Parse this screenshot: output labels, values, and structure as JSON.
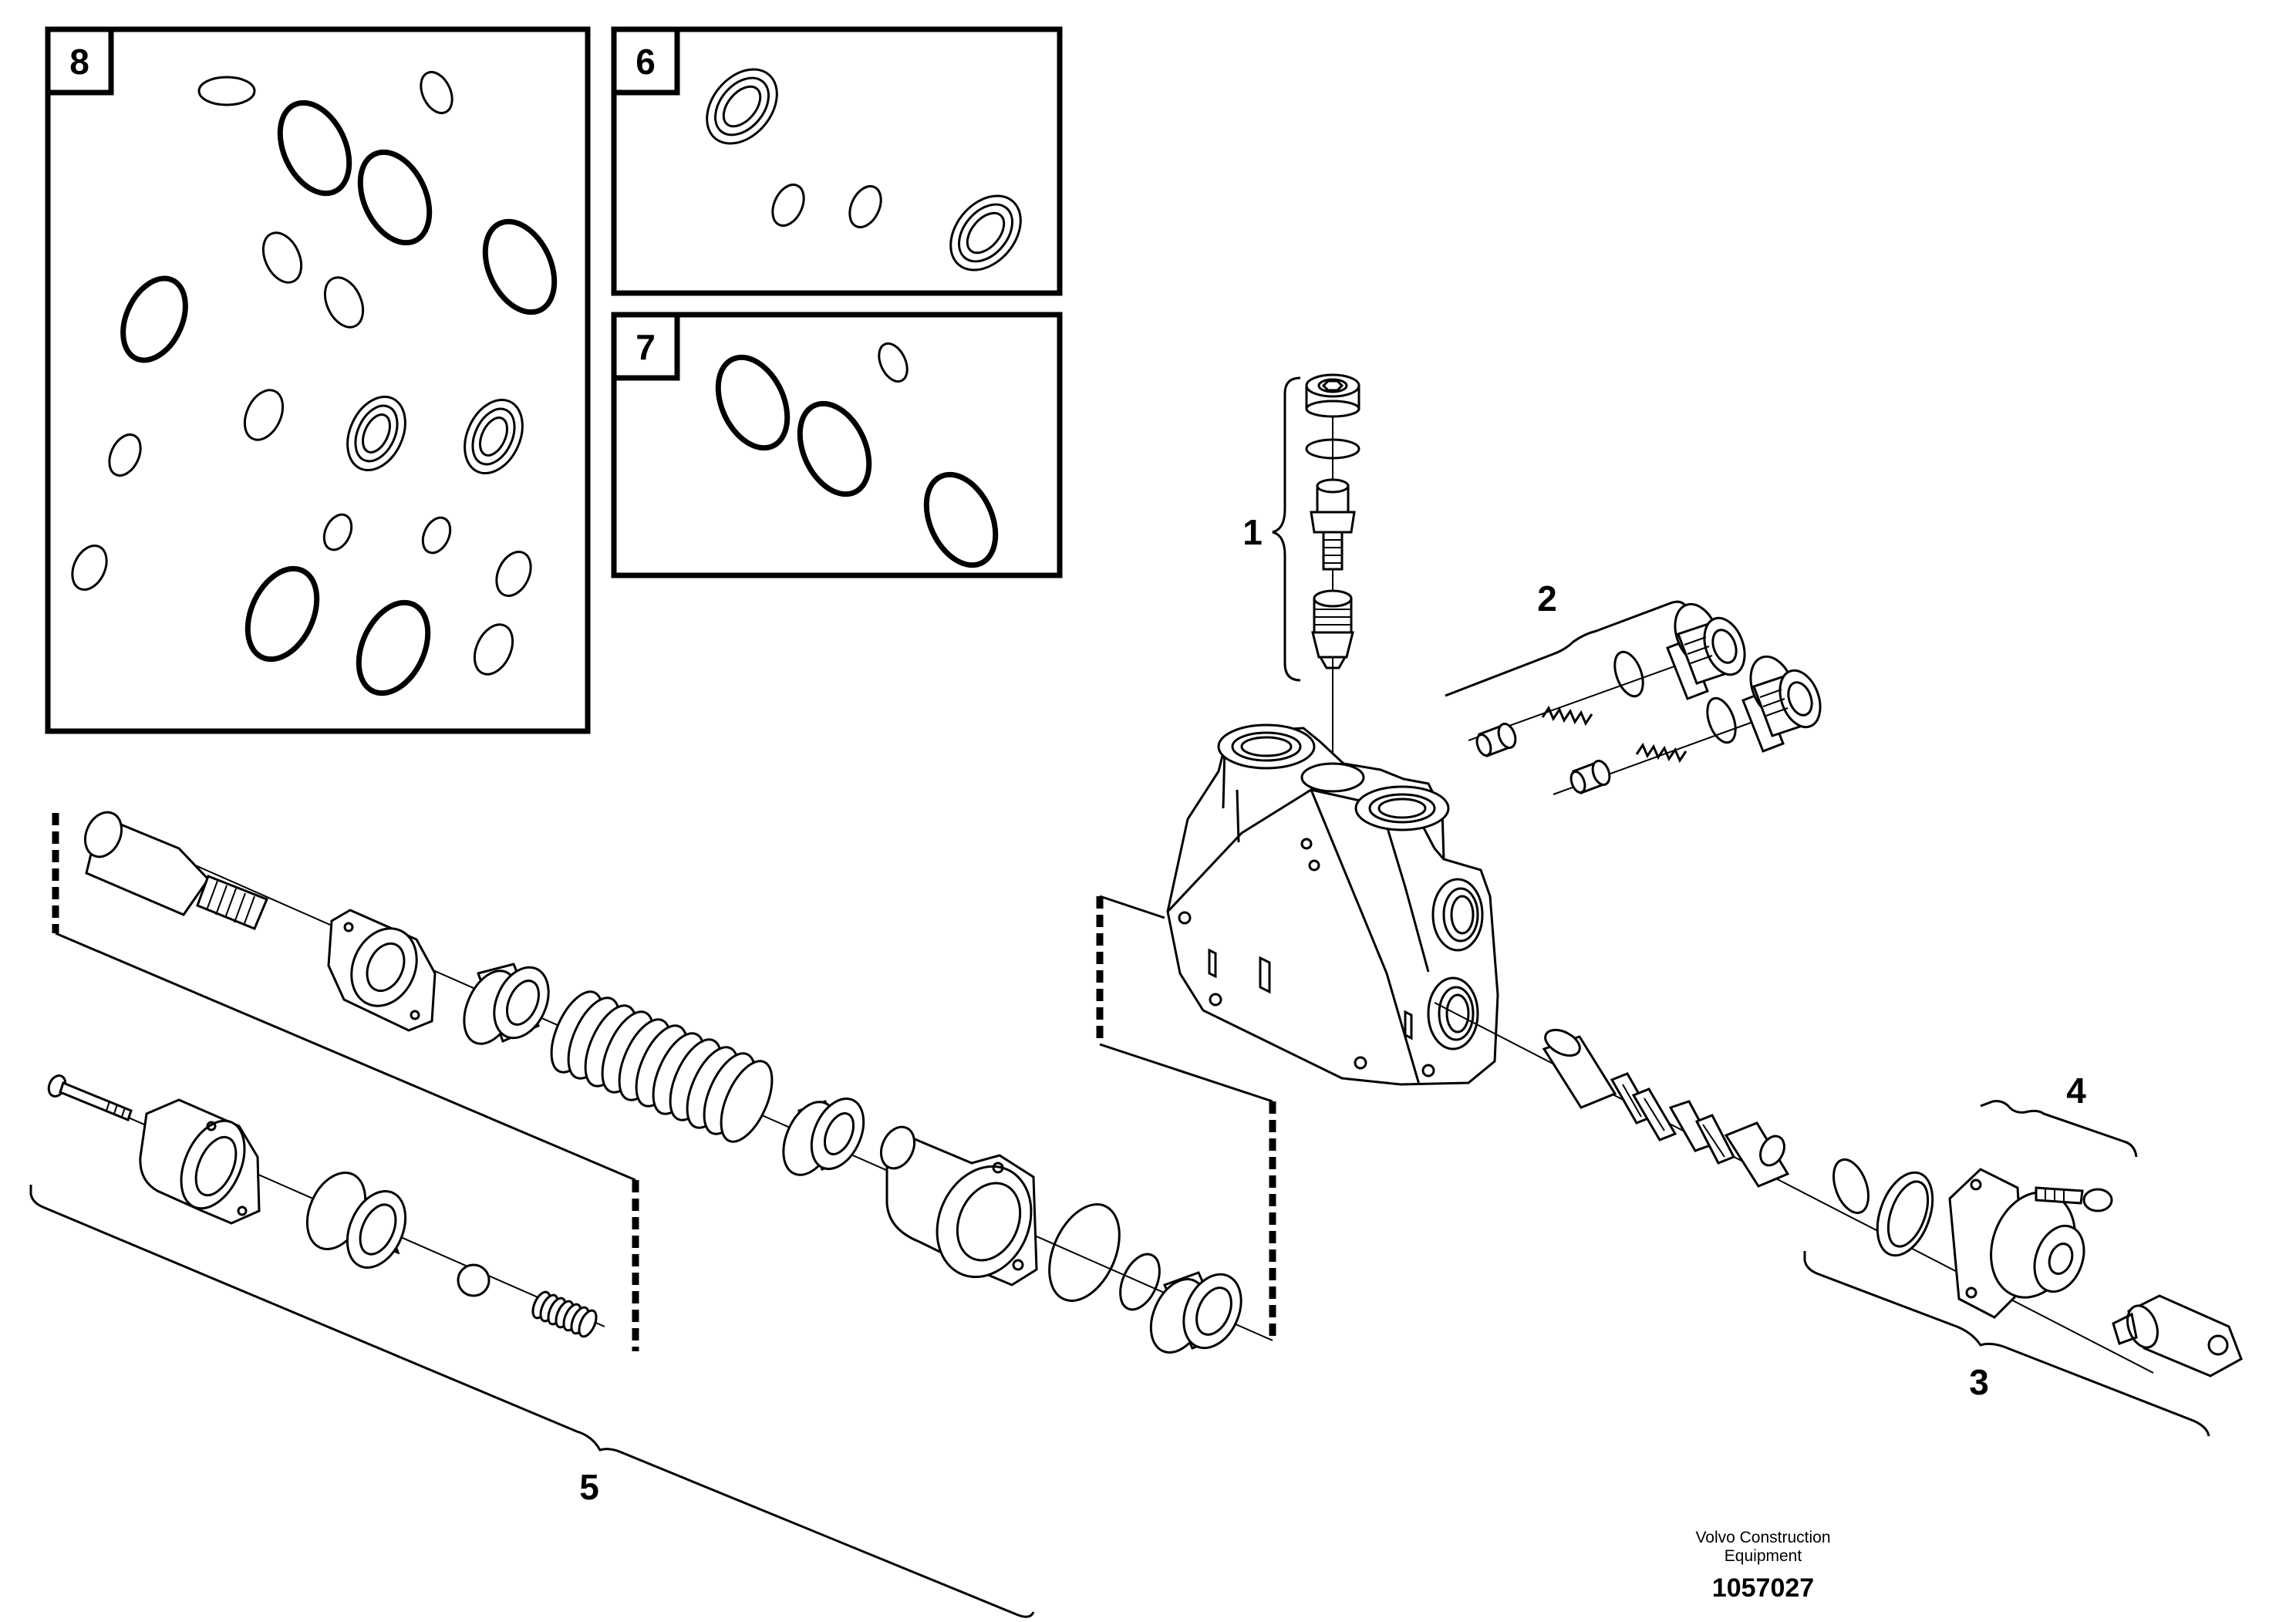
{
  "kits": [
    {
      "number": "8"
    },
    {
      "number": "6"
    },
    {
      "number": "7"
    }
  ],
  "callouts": [
    "1",
    "2",
    "3",
    "4",
    "5"
  ],
  "footer": {
    "company_line1": "Volvo Construction",
    "company_line2": "Equipment",
    "drawing_number": "1057027"
  }
}
